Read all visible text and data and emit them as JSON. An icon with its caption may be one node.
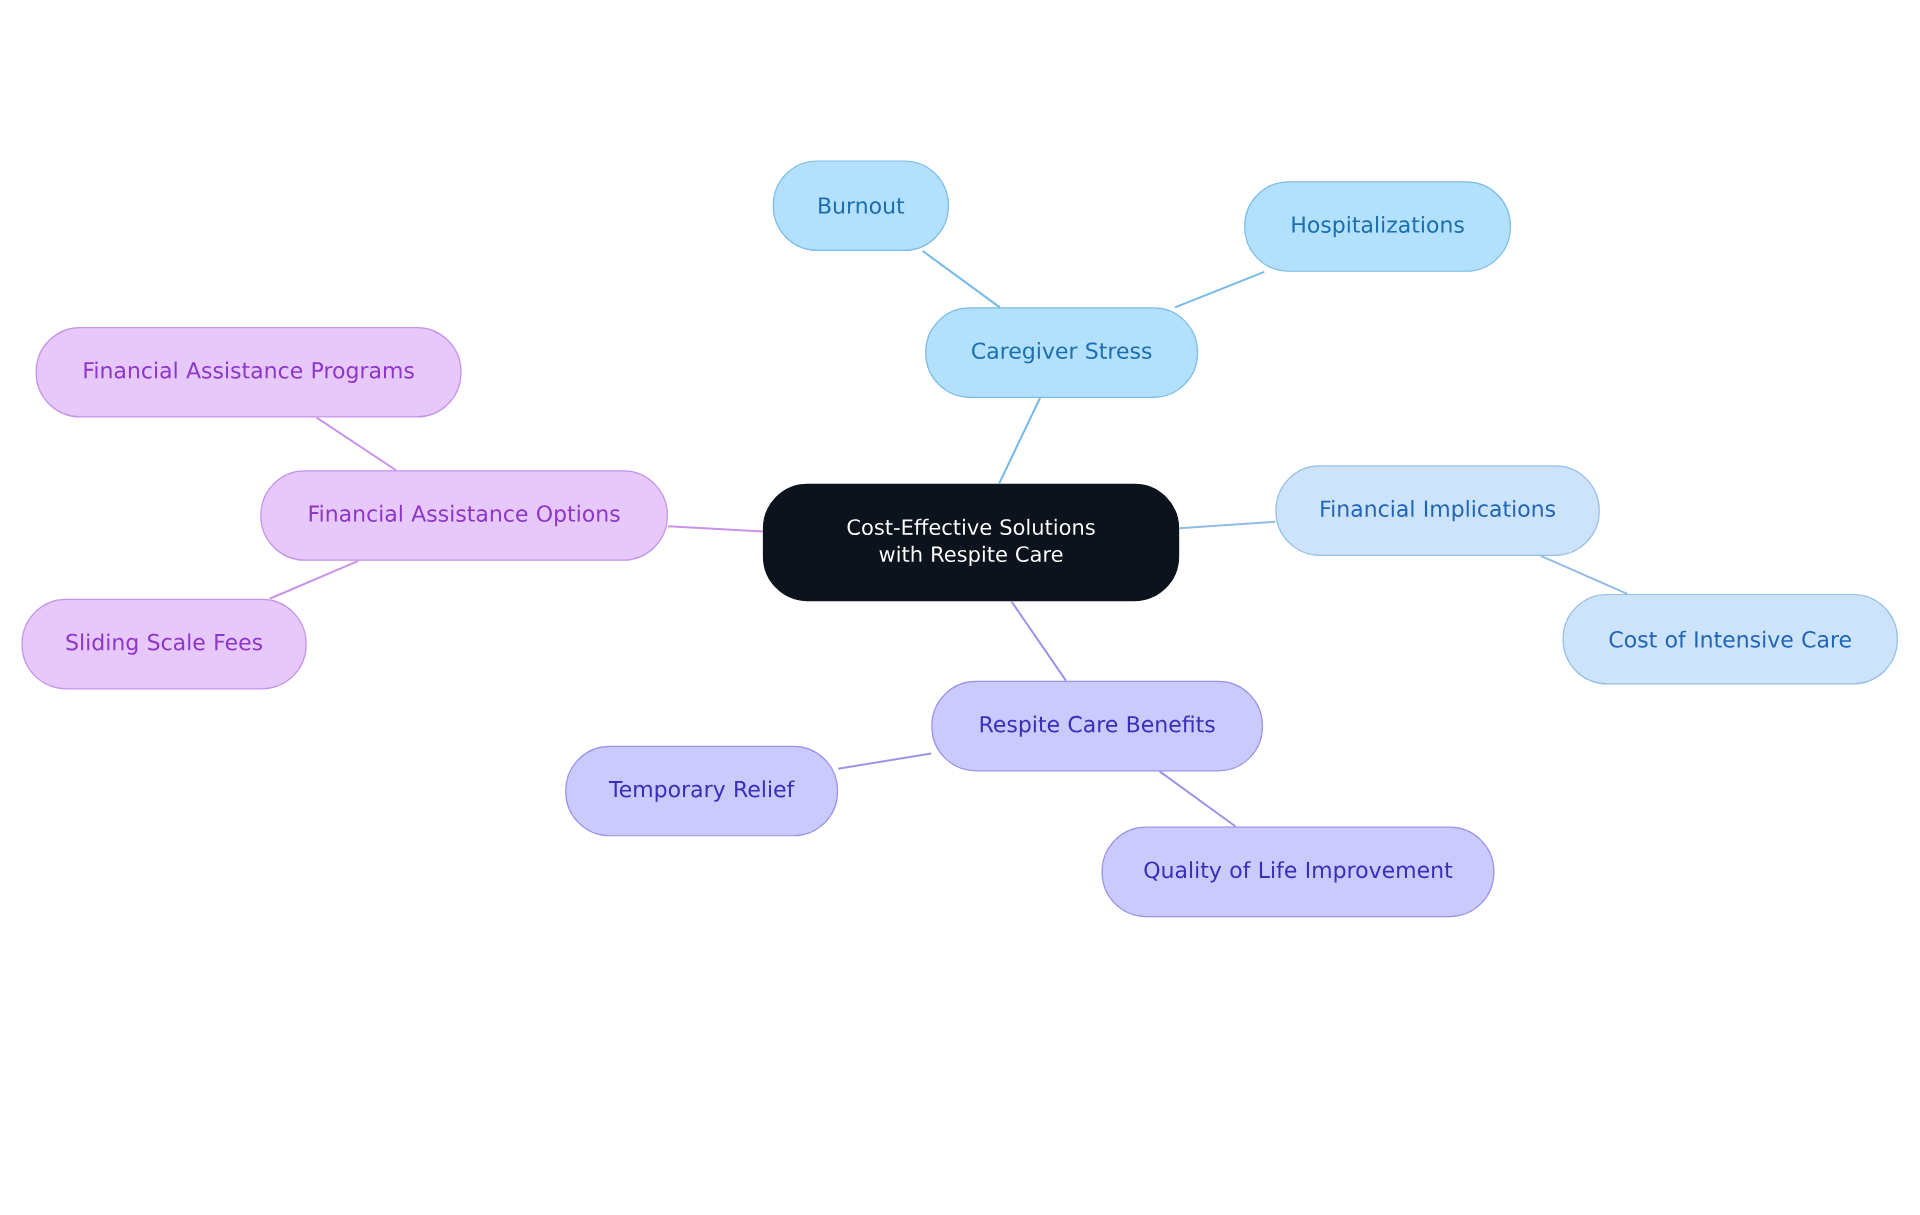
{
  "diagram": {
    "nodes": [
      {
        "text": [
          "Cost-Effective Solutions with Respite Care"
        ]
      },
      {
        "text": [
          "Caregiver Stress"
        ]
      },
      {
        "text": [
          "Burnout"
        ]
      },
      {
        "text": [
          "Hospitalizations"
        ]
      },
      {
        "text": [
          "Financial Implications"
        ]
      },
      {
        "text": [
          "Cost of Intensive Care"
        ]
      },
      {
        "text": [
          "Respite Care Benefits"
        ]
      },
      {
        "text": [
          "Temporary Relief"
        ]
      },
      {
        "text": [
          "Quality of Life Improvement"
        ]
      },
      {
        "text": [
          "Financial Assistance Options"
        ]
      },
      {
        "text": [
          "Financial Assistance Programs"
        ]
      },
      {
        "text": [
          "Sliding Scale Fees"
        ]
      }
    ],
    "edges": [
      {
        "from": 0,
        "to": 1,
        "arrow": "none",
        "color": "#74b9e8"
      },
      {
        "from": 1,
        "to": 2,
        "arrow": "none",
        "color": "#74b9e8"
      },
      {
        "from": 1,
        "to": 3,
        "arrow": "none",
        "color": "#74b9e8"
      },
      {
        "from": 0,
        "to": 4,
        "arrow": "none",
        "color": "#8fbbe6"
      },
      {
        "from": 4,
        "to": 5,
        "arrow": "none",
        "color": "#8fbbe6"
      },
      {
        "from": 0,
        "to": 6,
        "arrow": "none",
        "color": "#9b95ea"
      },
      {
        "from": 6,
        "to": 7,
        "arrow": "none",
        "color": "#9b95ea"
      },
      {
        "from": 6,
        "to": 8,
        "arrow": "none",
        "color": "#9b95ea"
      },
      {
        "from": 0,
        "to": 9,
        "arrow": "none",
        "color": "#c993ea"
      },
      {
        "from": 9,
        "to": 10,
        "arrow": "none",
        "color": "#c993ea"
      },
      {
        "from": 9,
        "to": 11,
        "arrow": "none",
        "color": "#c993ea"
      }
    ]
  }
}
